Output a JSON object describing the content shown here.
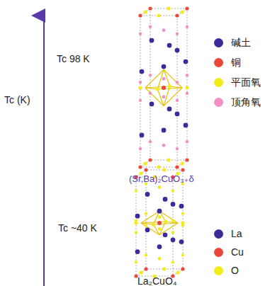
{
  "diagram": {
    "labels": [
      "Tc (K)",
      "Tc 98 K",
      "(Sr,Ba)₂CuO₃₊δ",
      "Tc ~40 K",
      "La₂CuO₄"
    ],
    "legend": [
      {
        "text": "碱土",
        "color": "#3a2a9a"
      },
      {
        "text": "铜",
        "color": "#e8483a"
      },
      {
        "text": "平面氧",
        "color": "#f2ec1a"
      },
      {
        "text": "顶角氧",
        "color": "#f090c8"
      },
      {
        "text": "La",
        "color": "#3a2a9a"
      },
      {
        "text": "Cu",
        "color": "#e8483a"
      },
      {
        "text": "O",
        "color": "#f2ec1a"
      }
    ]
  }
}
